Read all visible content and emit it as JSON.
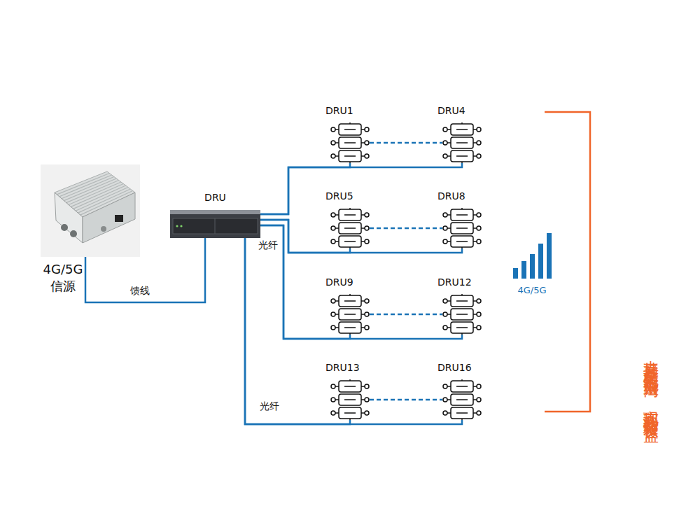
{
  "diagram": {
    "nodes": [
      {
        "text": [
          "4G/5G 信源"
        ]
      },
      {
        "text": [
          "DRU"
        ]
      },
      {
        "text": [
          "DRU1"
        ]
      },
      {
        "text": [
          "DRU4"
        ]
      },
      {
        "text": [
          "DRU5"
        ]
      },
      {
        "text": [
          "DRU8"
        ]
      },
      {
        "text": [
          "DRU9"
        ]
      },
      {
        "text": [
          "DRU12"
        ]
      },
      {
        "text": [
          "DRU13"
        ]
      },
      {
        "text": [
          "DRU16"
        ]
      }
    ],
    "edges": [
      {
        "from": 0,
        "to": 1,
        "label": "馈线",
        "arrow": "none"
      },
      {
        "from": 1,
        "to": 2,
        "arrow": "none"
      },
      {
        "from": 1,
        "to": 3,
        "arrow": "none"
      },
      {
        "from": 2,
        "to": 3,
        "arrow": "none"
      },
      {
        "from": 1,
        "to": 4,
        "arrow": "none"
      },
      {
        "from": 1,
        "to": 5,
        "arrow": "none"
      },
      {
        "from": 4,
        "to": 5,
        "arrow": "none"
      },
      {
        "from": 1,
        "to": 6,
        "arrow": "none"
      },
      {
        "from": 1,
        "to": 7,
        "arrow": "none"
      },
      {
        "from": 6,
        "to": 7,
        "arrow": "none"
      },
      {
        "from": 1,
        "to": 8,
        "label": "光纤",
        "arrow": "none"
      },
      {
        "from": 1,
        "to": 9,
        "arrow": "none"
      },
      {
        "from": 8,
        "to": 9,
        "arrow": "none"
      }
    ],
    "labels": [
      "光纤",
      "4G/5G",
      "支持星型及菊花链混合组网， 实现面状和链状覆盖"
    ]
  }
}
